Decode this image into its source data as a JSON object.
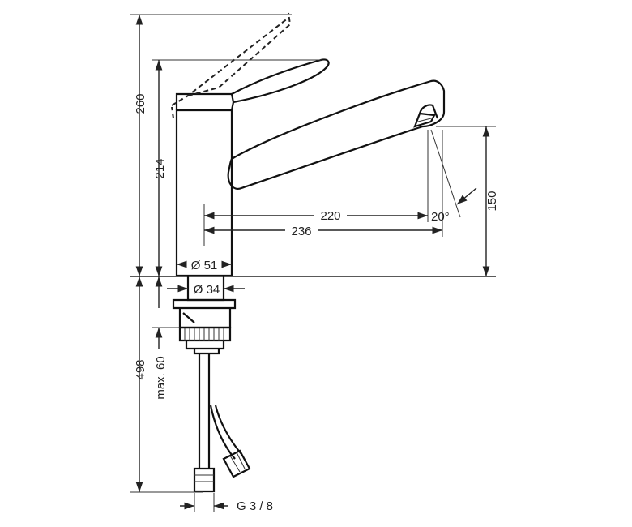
{
  "dimensions": {
    "total_height": "260",
    "lever_height": "214",
    "reach_220": "220",
    "reach_236": "236",
    "spout_height": "150",
    "angle": "20°",
    "body_diameter": "Ø 51",
    "shank_diameter": "Ø 34",
    "below_height": "498",
    "max_thickness": "max. 60",
    "thread": "G 3 / 8"
  },
  "colors": {
    "line": "#222222",
    "background": "#ffffff"
  }
}
